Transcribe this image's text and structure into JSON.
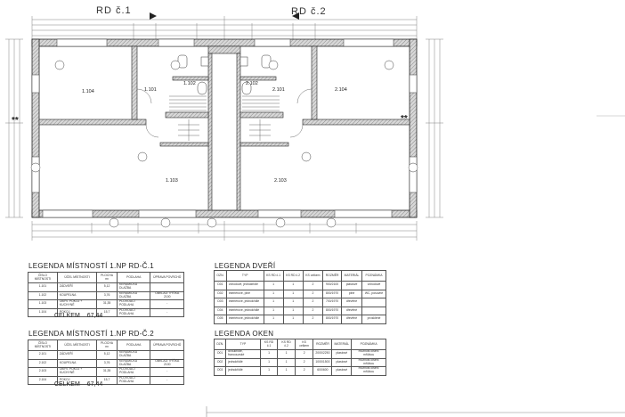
{
  "plan": {
    "title_left": "RD č.1",
    "title_right": "RD č.2",
    "rooms": [
      "1.104",
      "1.101",
      "1.102",
      "2.102",
      "2.101",
      "2.104",
      "1.103",
      "2.103"
    ],
    "stars": "**"
  },
  "legend_rooms_1": {
    "title": "LEGENDA MÍSTNOSTÍ 1.NP RD-Č.1",
    "headers": [
      "ČÍSLO MÍSTNOSTI",
      "ÚČEL MÍSTNOSTI",
      "PLOCHA m²",
      "PODLAHA",
      "ÚPRAVA POVRCHŮ"
    ],
    "rows": [
      [
        "1.101",
        "ZÁDVEŘÍ",
        "5,12",
        "KERAMICKÁ DLAŽBA",
        ""
      ],
      [
        "1.102",
        "KOUPELNA",
        "3,76",
        "KERAMICKÁ DLAŽBA",
        "OBKLAD: VÝŠKA 2100"
      ],
      [
        "1.103",
        "OBÝV. POKOJ + KUCHYNĚ",
        "31,35",
        "PLOVOUCÍ PODLAHA",
        "-"
      ],
      [
        "1.104",
        "POKOJ",
        "15,7",
        "PLOVOUCÍ PODLAHA",
        "-"
      ]
    ],
    "total_label": "CELKEM",
    "total_value": "67,44"
  },
  "legend_rooms_2": {
    "title": "LEGENDA MÍSTNOSTÍ 1.NP RD-Č.2",
    "headers": [
      "ČÍSLO MÍSTNOSTI",
      "ÚČEL MÍSTNOSTI",
      "PLOCHA m²",
      "PODLAHA",
      "ÚPRAVA POVRCHŮ"
    ],
    "rows": [
      [
        "2.101",
        "ZÁDVEŘÍ",
        "5,12",
        "KERAMICKÁ DLAŽBA",
        ""
      ],
      [
        "2.102",
        "KOUPELNA",
        "3,76",
        "KERAMICKÁ DLAŽBA",
        "OBKLAD: VÝŠKA 2100"
      ],
      [
        "2.103",
        "OBÝV. POKOJ + KUCHYNĚ",
        "31,35",
        "PLOVOUCÍ PODLAHA",
        "-"
      ],
      [
        "2.104",
        "POKOJ",
        "15,7",
        "PLOVOUCÍ PODLAHA",
        "-"
      ]
    ],
    "total_label": "CELKEM",
    "total_value": "67,44"
  },
  "legend_doors": {
    "title": "LEGENDA DVEŘÍ",
    "headers": [
      "OZN.",
      "TYP",
      "KS RD č.1",
      "KS RD č.2",
      "KS celkem",
      "ROZMĚR",
      "MATERIÁL",
      "POZNÁMKA"
    ],
    "rows": [
      [
        "D01",
        "vchodové, jednokřídlé",
        "1",
        "1",
        "2",
        "900/2100",
        "plastové",
        "vchodové"
      ],
      [
        "D02",
        "interiérové, plné",
        "1",
        "1",
        "2",
        "800/1970",
        "plné",
        "WC, posuvné"
      ],
      [
        "D03",
        "interiérové, jednokřídlé",
        "1",
        "1",
        "2",
        "700/1970",
        "dřevěné",
        ""
      ],
      [
        "D04",
        "interiérové, jednokřídlé",
        "1",
        "1",
        "2",
        "800/1970",
        "dřevěné",
        ""
      ],
      [
        "D05",
        "interiérové, jednokřídlé",
        "1",
        "1",
        "2",
        "800/1970",
        "dřevěné",
        "prosklené"
      ]
    ]
  },
  "legend_windows": {
    "title": "LEGENDA OKEN",
    "headers": [
      "OZN.",
      "TYP",
      "KS RD č.1",
      "KS RD č.2",
      "KS celkem",
      "ROZMĚR",
      "MATERIÁL",
      "POZNÁMKA"
    ],
    "rows": [
      [
        "O01",
        "dvoukřídlé, francouzské",
        "1",
        "1",
        "2",
        "2000/2250",
        "plastové",
        "možnost olšení mřížkou"
      ],
      [
        "O02",
        "jednokřídlé",
        "1",
        "1",
        "2",
        "1000/1500",
        "plastové",
        "možnost olšení mřížkou"
      ],
      [
        "O03",
        "jednokřídlé",
        "1",
        "1",
        "2",
        "600/600",
        "plastové",
        "možnost olšení mřížkou"
      ]
    ]
  }
}
